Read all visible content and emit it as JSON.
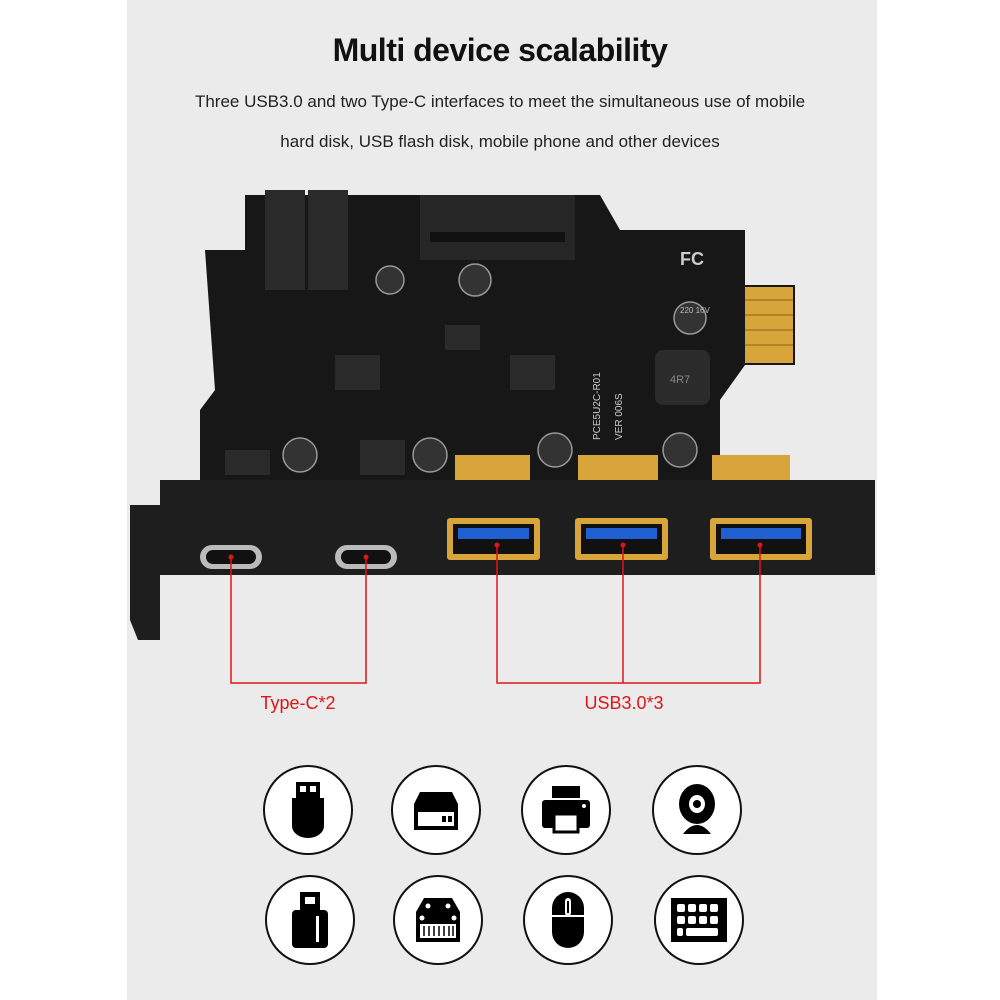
{
  "header": {
    "title": "Multi device scalability",
    "subtitle_line1": "Three USB3.0 and two Type-C interfaces to meet the simultaneous use of mobile",
    "subtitle_line2": "hard disk, USB flash disk, mobile phone and other devices"
  },
  "board_markings": {
    "model": "PCE5U2C-R01",
    "version": "VER 006S",
    "inductor": "4R7",
    "capacitor": "220 16V",
    "fc": "FC"
  },
  "callouts": {
    "type_c": "Type-C*2",
    "usb3": "USB3.0*3"
  },
  "devices": [
    {
      "name": "usb-drive-icon"
    },
    {
      "name": "hard-disk-icon"
    },
    {
      "name": "printer-icon"
    },
    {
      "name": "webcam-icon"
    },
    {
      "name": "flash-drive-icon"
    },
    {
      "name": "memory-card-reader-icon"
    },
    {
      "name": "mouse-icon"
    },
    {
      "name": "keyboard-icon"
    }
  ],
  "colors": {
    "accent": "#e0141b",
    "panel": "#ebebeb",
    "board": "#141414",
    "gold": "#d8a53a",
    "usb_blue": "#1f5fd0"
  }
}
